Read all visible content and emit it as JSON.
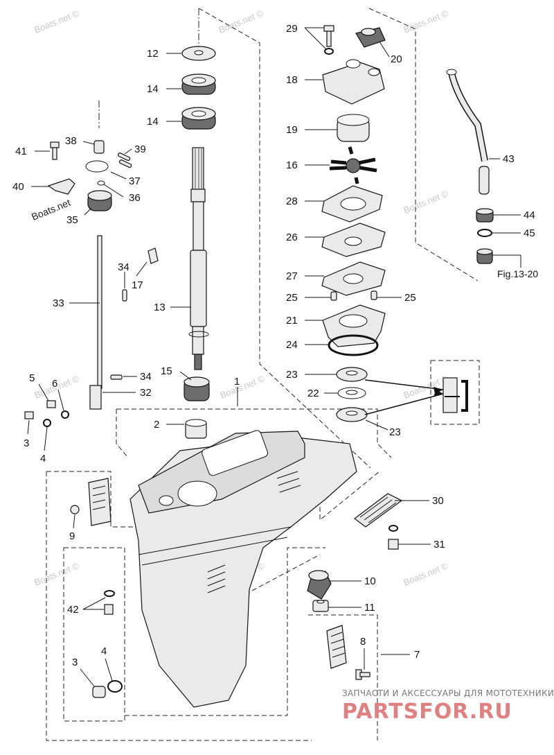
{
  "callouts": [
    {
      "id": "c12",
      "text": "12"
    },
    {
      "id": "c14a",
      "text": "14"
    },
    {
      "id": "c14b",
      "text": "14"
    },
    {
      "id": "c41",
      "text": "41"
    },
    {
      "id": "c38",
      "text": "38"
    },
    {
      "id": "c39",
      "text": "39"
    },
    {
      "id": "c37",
      "text": "37"
    },
    {
      "id": "c40",
      "text": "40"
    },
    {
      "id": "c36",
      "text": "36"
    },
    {
      "id": "c35",
      "text": "35"
    },
    {
      "id": "c34a",
      "text": "34"
    },
    {
      "id": "c17",
      "text": "17"
    },
    {
      "id": "c33",
      "text": "33"
    },
    {
      "id": "c13",
      "text": "13"
    },
    {
      "id": "c15",
      "text": "15"
    },
    {
      "id": "c34b",
      "text": "34"
    },
    {
      "id": "c32",
      "text": "32"
    },
    {
      "id": "c1",
      "text": "1"
    },
    {
      "id": "c5",
      "text": "5"
    },
    {
      "id": "c6",
      "text": "6"
    },
    {
      "id": "c3a",
      "text": "3"
    },
    {
      "id": "c4a",
      "text": "4"
    },
    {
      "id": "c2",
      "text": "2"
    },
    {
      "id": "c9",
      "text": "9"
    },
    {
      "id": "c42",
      "text": "42"
    },
    {
      "id": "c3b",
      "text": "3"
    },
    {
      "id": "c4b",
      "text": "4"
    },
    {
      "id": "c29",
      "text": "29"
    },
    {
      "id": "c20",
      "text": "20"
    },
    {
      "id": "c18",
      "text": "18"
    },
    {
      "id": "c19",
      "text": "19"
    },
    {
      "id": "c16",
      "text": "16"
    },
    {
      "id": "c28",
      "text": "28"
    },
    {
      "id": "c26",
      "text": "26"
    },
    {
      "id": "c27",
      "text": "27"
    },
    {
      "id": "c25a",
      "text": "25"
    },
    {
      "id": "c25b",
      "text": "25"
    },
    {
      "id": "c21",
      "text": "21"
    },
    {
      "id": "c24",
      "text": "24"
    },
    {
      "id": "c23a",
      "text": "23"
    },
    {
      "id": "c22",
      "text": "22"
    },
    {
      "id": "c23b",
      "text": "23"
    },
    {
      "id": "c43",
      "text": "43"
    },
    {
      "id": "c44",
      "text": "44"
    },
    {
      "id": "c45",
      "text": "45"
    },
    {
      "id": "c30",
      "text": "30"
    },
    {
      "id": "c31",
      "text": "31"
    },
    {
      "id": "c10",
      "text": "10"
    },
    {
      "id": "c11",
      "text": "11"
    },
    {
      "id": "c8",
      "text": "8"
    },
    {
      "id": "c7",
      "text": "7"
    }
  ],
  "figure_ref": "Fig.13-20",
  "watermarks": [
    "Boats.net ©",
    "Boats.net ©",
    "Boats.net ©",
    "Boats.net ©",
    "Boats.net ©",
    "Boats.net ©",
    "Boats.net ©",
    "Boats.net ©",
    "Boats.net ©",
    "Boats.net ©"
  ],
  "watermark_inline": "Boats.net",
  "brand": {
    "tagline": "ЗАПЧАСТИ И АКСЕССУАРЫ ДЛЯ МОТОТЕХНИКИ",
    "name": "PARTSFOR.RU"
  }
}
